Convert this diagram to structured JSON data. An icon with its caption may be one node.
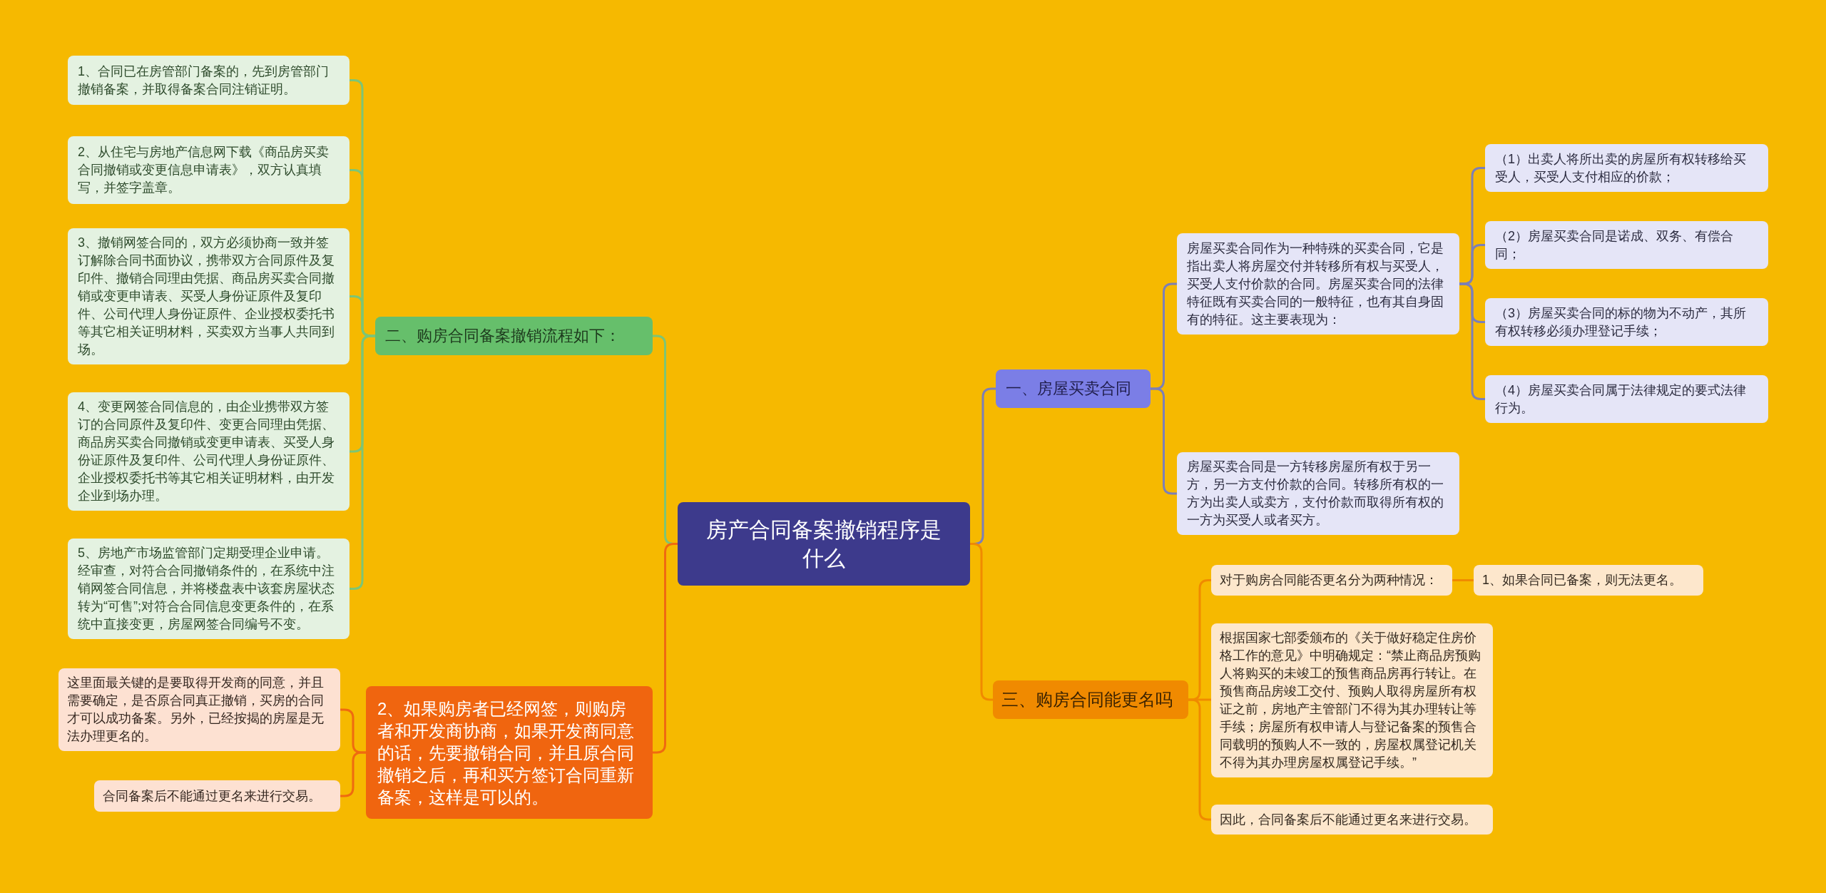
{
  "diagram": {
    "nodes": [
      {
        "text": [
          "房产合同备案撤销程序是什么"
        ]
      },
      {
        "text": [
          "一、房屋买卖合同"
        ]
      },
      {
        "text": [
          "房屋买卖合同作为一种特殊的买卖合同，它是指出卖人将房屋交付并转移所有权与买受人，买受人支付价款的合同。房屋买卖合同的法律特征既有买卖合同的一般特征，也有其自身固有的特征。这主要表现为："
        ]
      },
      {
        "text": [
          "（1）出卖人将所出卖的房屋所有权转移给买受人，买受人支付相应的价款；"
        ]
      },
      {
        "text": [
          "（2）房屋买卖合同是诺成、双务、有偿合同；"
        ]
      },
      {
        "text": [
          "（3）房屋买卖合同的标的物为不动产，其所有权转移必须办理登记手续；"
        ]
      },
      {
        "text": [
          "（4）房屋买卖合同属于法律规定的要式法律行为。"
        ]
      },
      {
        "text": [
          "房屋买卖合同是一方转移房屋所有权于另一方，另一方支付价款的合同。转移所有权的一方为出卖人或卖方，支付价款而取得所有权的一方为买受人或者买方。"
        ]
      },
      {
        "text": [
          "二、购房合同备案撤销流程如下："
        ]
      },
      {
        "text": [
          "1、合同已在房管部门备案的，先到房管部门撤销备案，并取得备案合同注销证明。"
        ]
      },
      {
        "text": [
          "2、从住宅与房地产信息网下载《商品房买卖合同撤销或变更信息申请表》，双方认真填写，并签字盖章。"
        ]
      },
      {
        "text": [
          "3、撤销网签合同的，双方必须协商一致并签订解除合同书面协议，携带双方合同原件及复印件、撤销合同理由凭据、商品房买卖合同撤销或变更申请表、买受人身份证原件及复印件、公司代理人身份证原件、企业授权委托书等其它相关证明材料，买卖双方当事人共同到场。"
        ]
      },
      {
        "text": [
          "4、变更网签合同信息的，由企业携带双方签订的合同原件及复印件、变更合同理由凭据、商品房买卖合同撤销或变更申请表、买受人身份证原件及复印件、公司代理人身份证原件、企业授权委托书等其它相关证明材料，由开发企业到场办理。"
        ]
      },
      {
        "text": [
          "5、房地产市场监管部门定期受理企业申请。经审查，对符合合同撤销条件的，在系统中注销网签合同信息，并将楼盘表中该套房屋状态转为“可售”;对符合合同信息变更条件的，在系统中直接变更，房屋网签合同编号不变。"
        ]
      },
      {
        "text": [
          "三、购房合同能更名吗"
        ]
      },
      {
        "text": [
          "对于购房合同能否更名分为两种情况："
        ]
      },
      {
        "text": [
          "1、如果合同已备案，则无法更名。"
        ]
      },
      {
        "text": [
          "根据国家七部委颁布的《关于做好稳定住房价格工作的意见》中明确规定：“禁止商品房预购人将购买的未竣工的预售商品房再行转让。在预售商品房竣工交付、预购人取得房屋所有权证之前，房地产主管部门不得为其办理转让等手续；房屋所有权申请人与登记备案的预售合同载明的预购人不一致的，房屋权属登记机关不得为其办理房屋权属登记手续。”"
        ]
      },
      {
        "text": [
          "因此，合同备案后不能通过更名来进行交易。"
        ]
      },
      {
        "text": [
          "2、如果购房者已经网签，则购房者和开发商协商，如果开发商同意的话，先要撤销合同，并且原合同撤销之后，再和买方签订合同重新备案，这样是可以的。"
        ]
      },
      {
        "text": [
          "这里面最关键的是要取得开发商的同意，并且需要确定，是否原合同真正撤销，买房的合同才可以成功备案。另外，已经按揭的房屋是无法办理更名的。"
        ]
      },
      {
        "text": [
          "合同备案后不能通过更名来进行交易。"
        ]
      }
    ],
    "edges": [
      {
        "from": 0,
        "to": 1,
        "arrow": "none"
      },
      {
        "from": 1,
        "to": 2,
        "arrow": "none"
      },
      {
        "from": 2,
        "to": 3,
        "arrow": "none"
      },
      {
        "from": 2,
        "to": 4,
        "arrow": "none"
      },
      {
        "from": 2,
        "to": 5,
        "arrow": "none"
      },
      {
        "from": 2,
        "to": 6,
        "arrow": "none"
      },
      {
        "from": 1,
        "to": 7,
        "arrow": "none"
      },
      {
        "from": 0,
        "to": 8,
        "arrow": "none",
        "color": "#7cc576"
      },
      {
        "from": 8,
        "to": 9,
        "arrow": "none",
        "color": "#7cc576"
      },
      {
        "from": 8,
        "to": 10,
        "arrow": "none",
        "color": "#7cc576"
      },
      {
        "from": 8,
        "to": 11,
        "arrow": "none",
        "color": "#7cc576"
      },
      {
        "from": 8,
        "to": 12,
        "arrow": "none",
        "color": "#7cc576"
      },
      {
        "from": 8,
        "to": 13,
        "arrow": "none",
        "color": "#7cc576"
      },
      {
        "from": 0,
        "to": 14,
        "arrow": "none",
        "color": "#f08a00"
      },
      {
        "from": 14,
        "to": 15,
        "arrow": "none",
        "color": "#f08a00"
      },
      {
        "from": 15,
        "to": 16,
        "arrow": "none",
        "color": "#f08a00"
      },
      {
        "from": 14,
        "to": 17,
        "arrow": "none",
        "color": "#f08a00"
      },
      {
        "from": 14,
        "to": 18,
        "arrow": "none",
        "color": "#f08a00"
      },
      {
        "from": 0,
        "to": 19,
        "arrow": "none",
        "color": "#ef6a10"
      },
      {
        "from": 19,
        "to": 20,
        "arrow": "none",
        "color": "#ef6a10"
      },
      {
        "from": 19,
        "to": 21,
        "arrow": "none",
        "color": "#ef6a10"
      }
    ]
  }
}
